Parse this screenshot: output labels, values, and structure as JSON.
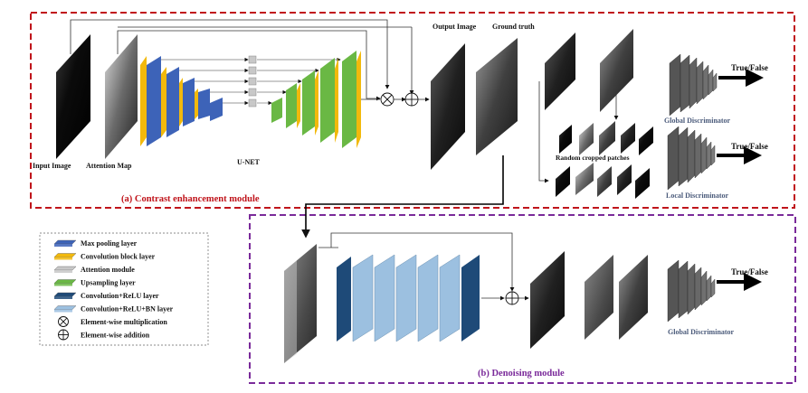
{
  "modules": {
    "contrast_title": "(a) Contrast enhancement module",
    "denoising_title": "(b) Denoising  module"
  },
  "labels": {
    "input_image": "Input Image",
    "attention_map": "Attention Map",
    "unet": "U-NET",
    "output_image": "Output Image",
    "ground_truth": "Ground truth",
    "random_patches": "Random cropped patches",
    "global_disc_a": "Global Discriminator",
    "local_disc_a": "Local Discriminator",
    "global_disc_b": "Global Discriminator",
    "true_false_1": "True/False",
    "true_false_2": "True/False",
    "true_false_3": "True/False"
  },
  "legend": {
    "items": [
      {
        "label": "Max pooling layer",
        "color": "#3d63b8",
        "kind": "block"
      },
      {
        "label": "Convolution block layer",
        "color": "#f2b90c",
        "kind": "block"
      },
      {
        "label": "Attention module",
        "color": "#c8c8c8",
        "kind": "block"
      },
      {
        "label": "Upsampling layer",
        "color": "#6ab844",
        "kind": "block"
      },
      {
        "label": "Convolution+ReLU layer",
        "color": "#1e4a78",
        "kind": "block"
      },
      {
        "label": "Convolution+ReLU+BN layer",
        "color": "#9cc0e0",
        "kind": "block"
      },
      {
        "label": "Element-wise multiplication",
        "kind": "otimes"
      },
      {
        "label": "Element-wise addition",
        "kind": "oplus"
      }
    ]
  },
  "colors": {
    "module_a_border": "#c0141b",
    "module_b_border": "#7a2a9a",
    "discriminator_label": "#4a5a7a"
  }
}
